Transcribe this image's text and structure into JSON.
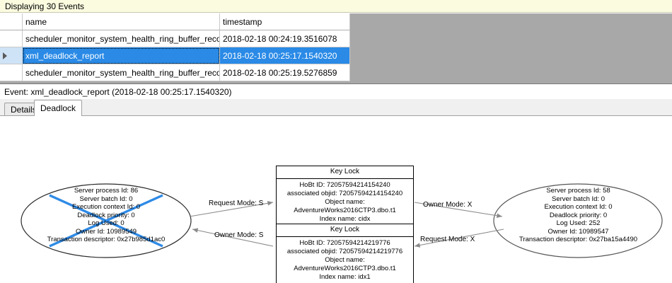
{
  "banner": {
    "text": "Displaying 30 Events"
  },
  "grid": {
    "columns": [
      "",
      "name",
      "timestamp"
    ],
    "rows": [
      {
        "selected": false,
        "marker": "",
        "name": "scheduler_monitor_system_health_ring_buffer_recorded",
        "timestamp": "2018-02-18 00:24:19.3516078"
      },
      {
        "selected": true,
        "marker": "row-selector-triangle",
        "name": "xml_deadlock_report",
        "timestamp": "2018-02-18 00:25:17.1540320"
      },
      {
        "selected": false,
        "marker": "",
        "name": "scheduler_monitor_system_health_ring_buffer_recorded",
        "timestamp": "2018-02-18 00:25:19.5276859"
      }
    ],
    "selection_color": "#2a8ae6"
  },
  "event_label": {
    "text": "Event: xml_deadlock_report (2018-02-18 00:25:17.1540320)"
  },
  "tabs": [
    {
      "label": "Details",
      "active": false
    },
    {
      "label": "Deadlock",
      "active": true
    }
  ],
  "deadlock_graph": {
    "victim_cross_color": "#2e8ae6",
    "process_left": {
      "is_victim": true,
      "lines": [
        "Server process Id: 86",
        "Server batch Id: 0",
        "Execution context Id: 0",
        "Deadlock priority: 0",
        "Log Used: 0",
        "Owner Id: 10989549",
        "Transaction descriptor: 0x27b985d1ac0"
      ]
    },
    "process_right": {
      "is_victim": false,
      "lines": [
        "Server process Id: 58",
        "Server batch Id: 0",
        "Execution context Id: 0",
        "Deadlock priority: 0",
        "Log Used: 252",
        "Owner Id: 10989547",
        "Transaction descriptor: 0x27ba15a4490"
      ]
    },
    "lock_top": {
      "title": "Key Lock",
      "lines": [
        "HoBt ID: 72057594214154240",
        "associated objid: 72057594214154240",
        "Object name: AdventureWorks2016CTP3.dbo.t1",
        "Index name: cidx"
      ]
    },
    "lock_bottom": {
      "title": "Key Lock",
      "lines": [
        "HoBt ID: 72057594214219776",
        "associated objid: 72057594214219776",
        "Object name: AdventureWorks2016CTP3.dbo.t1",
        "Index name: idx1"
      ]
    },
    "edges": {
      "left_request_top": "Request Mode: S",
      "right_owner_top": "Owner Mode: X",
      "left_owner_bottom": "Owner Mode: S",
      "right_request_bottom": "Request Mode: X"
    }
  }
}
